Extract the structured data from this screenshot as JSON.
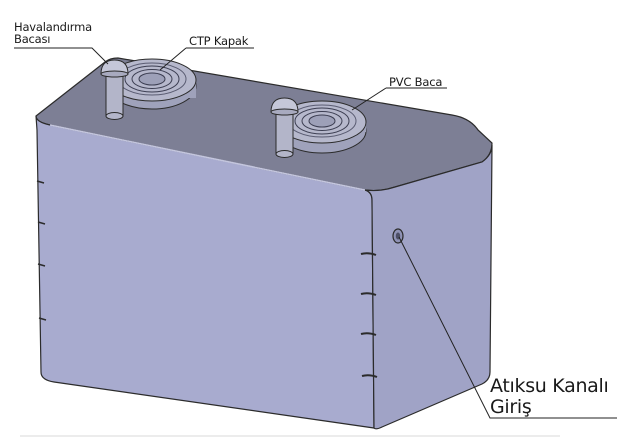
{
  "labels": {
    "havalandirma_line1": "Havalandırma",
    "havalandirma_line2": "Bacası",
    "ctp_kapak": "CTP Kapak",
    "pvc_baca": "PVC Baca",
    "atiksu_line1": "Atıksu Kanalı",
    "atiksu_line2": "Giriş"
  },
  "colors": {
    "front_face": "#a8abcf",
    "side_face": "#a0a3c6",
    "top_face": "#7d7f95",
    "outline": "#2b2b2b",
    "pipe": "#b3b5c9",
    "leader": "#222222"
  }
}
